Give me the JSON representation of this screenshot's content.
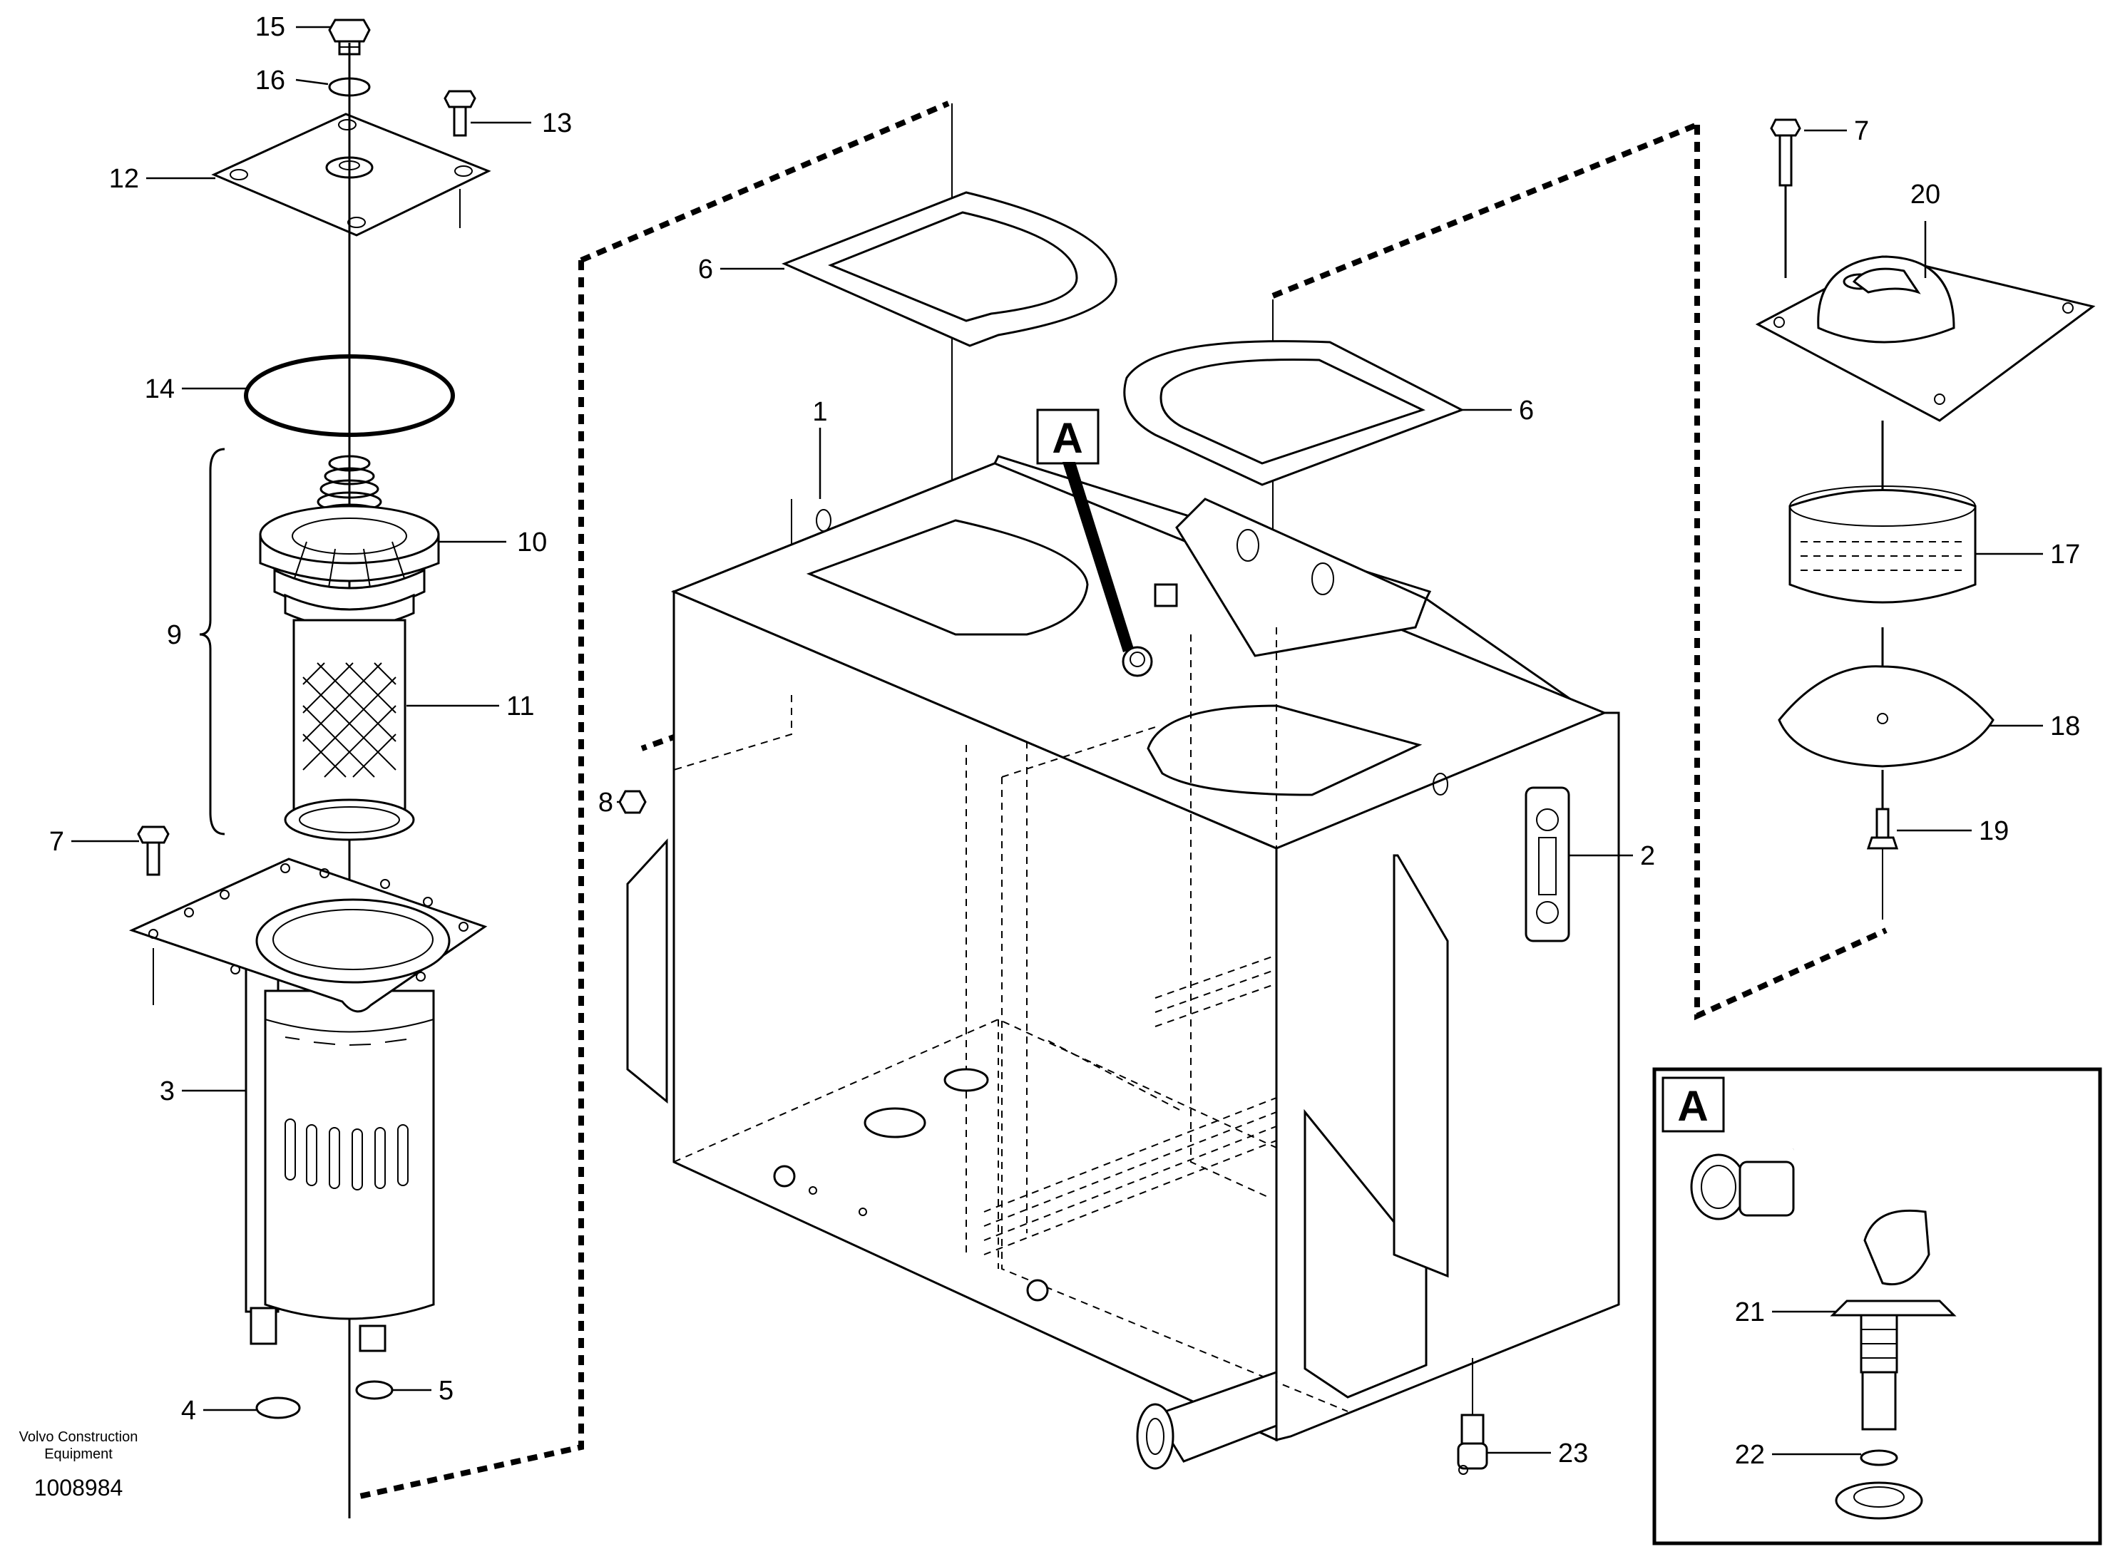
{
  "diagram": {
    "callouts": [
      "15",
      "16",
      "13",
      "12",
      "14",
      "9",
      "10",
      "11",
      "7",
      "3",
      "4",
      "5",
      "6",
      "1",
      "6",
      "8",
      "2",
      "23",
      "20",
      "17",
      "18",
      "19",
      "21",
      "22",
      "7"
    ],
    "detail_marker": "A",
    "detail_box_label": "A",
    "credit_line_1": "Volvo Construction",
    "credit_line_2": "Equipment",
    "document_number": "1008984"
  }
}
